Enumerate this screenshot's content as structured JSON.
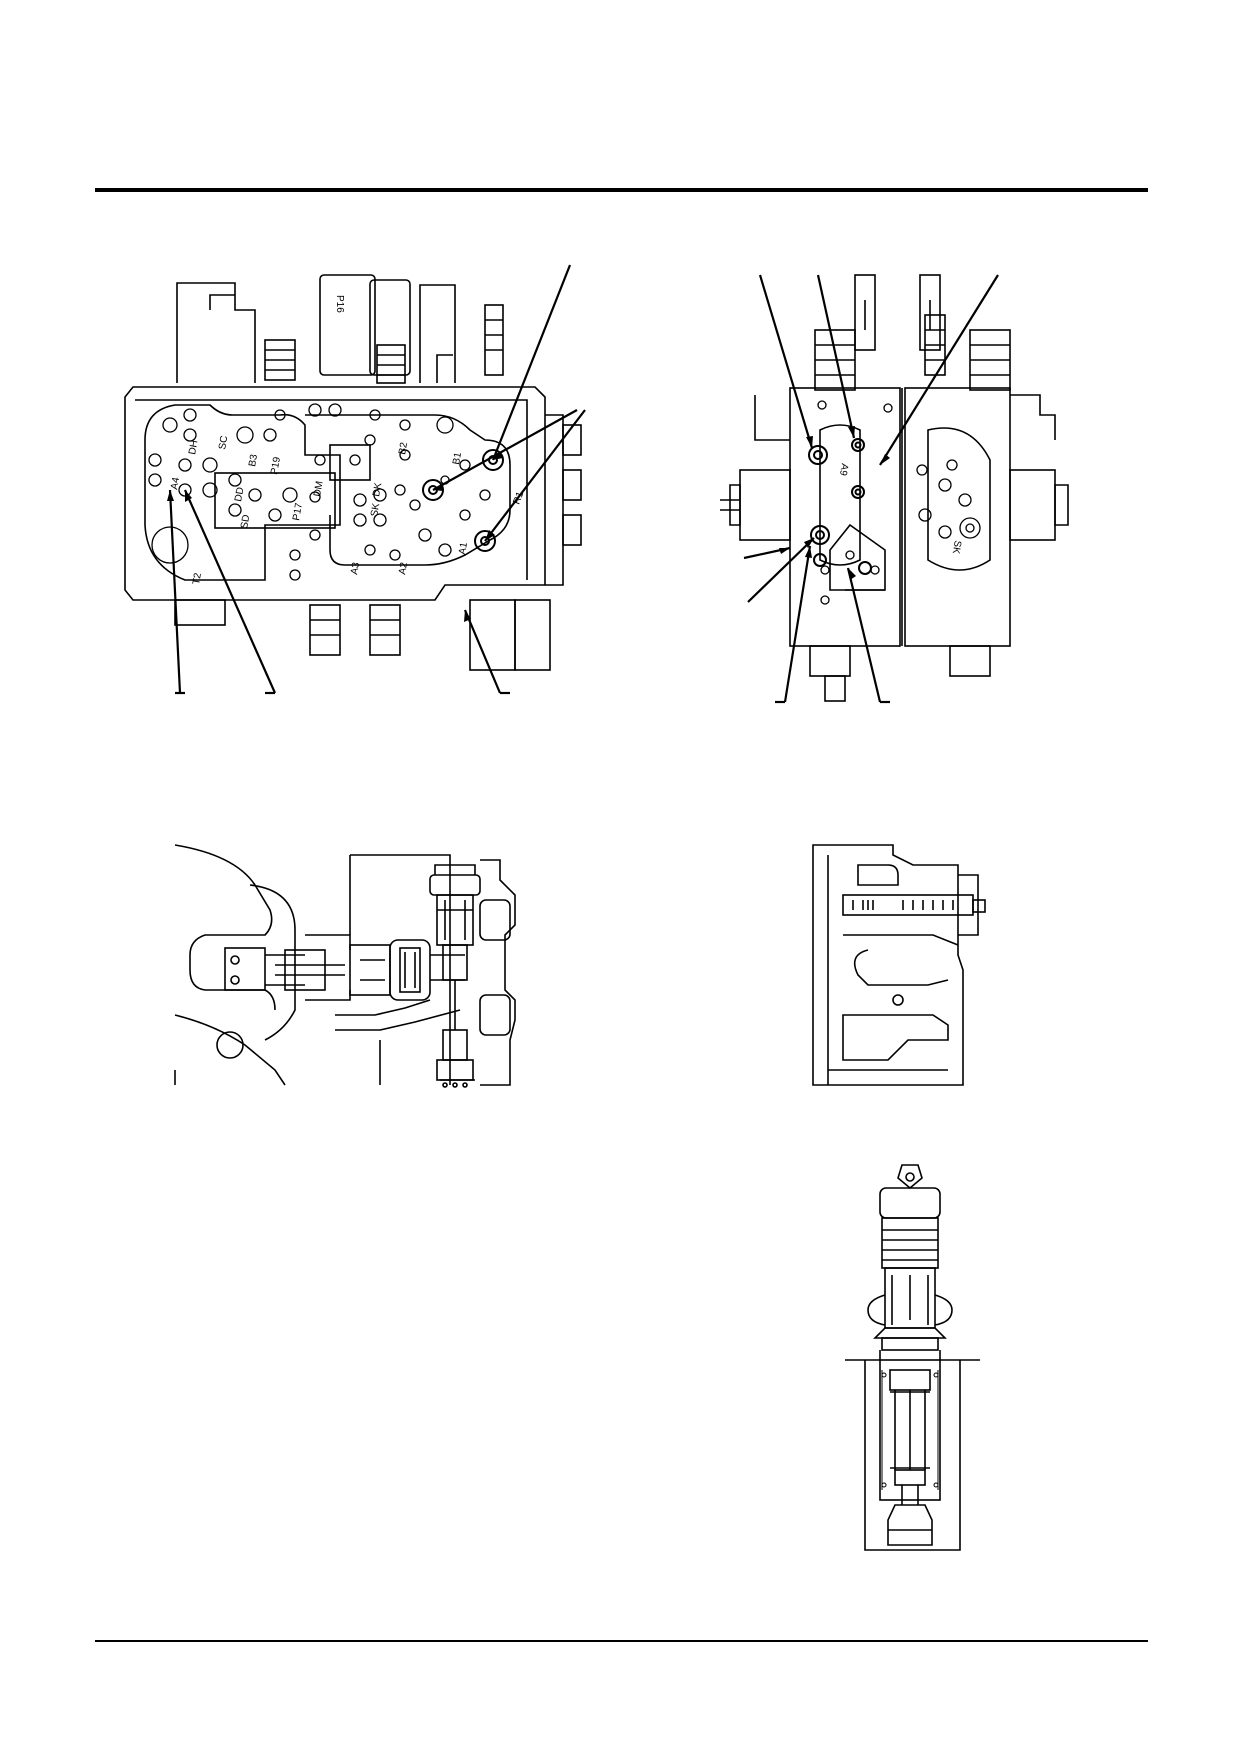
{
  "figure_1": {
    "port_labels": [
      "P16",
      "DH",
      "SC",
      "B3",
      "P19",
      "DD",
      "SD",
      "DM",
      "P17",
      "B2",
      "SK",
      "DK",
      "B1",
      "R1",
      "A4",
      "T2",
      "A3",
      "A2",
      "A1"
    ]
  },
  "figure_2": {
    "port_labels": [
      "A9",
      "SK"
    ]
  },
  "colors": {
    "line": "#000000",
    "background": "#ffffff"
  }
}
